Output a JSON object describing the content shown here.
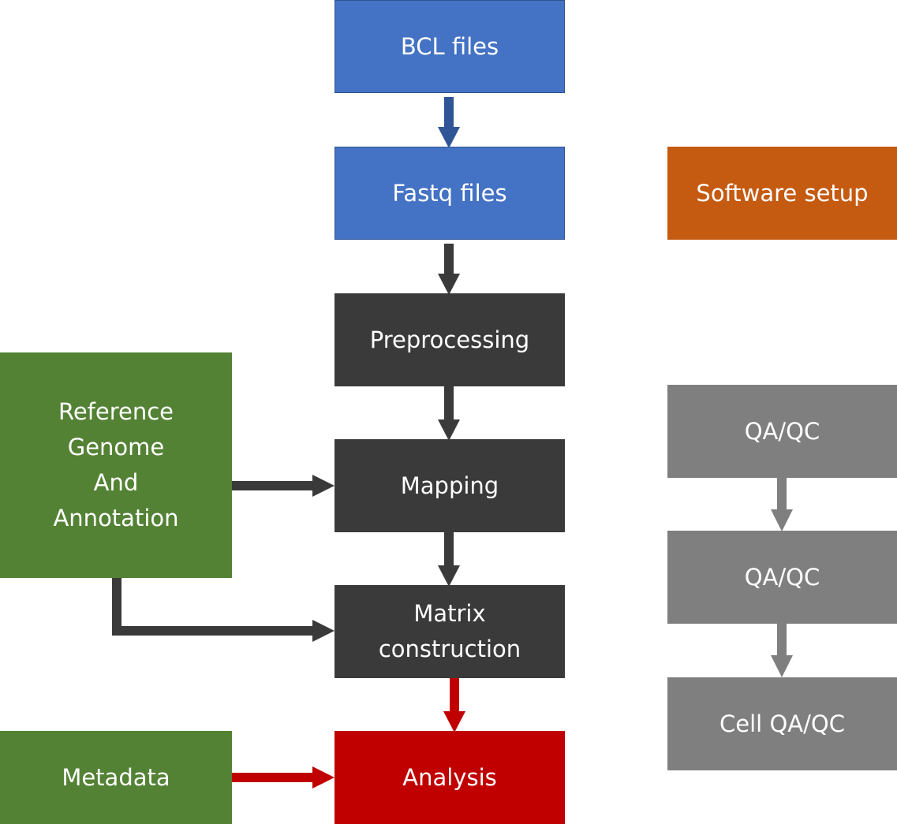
{
  "nodes": {
    "bcl_files": "BCL files",
    "fastq_files": "Fastq files",
    "preprocessing": "Preprocessing",
    "mapping": "Mapping",
    "matrix_construction": "Matrix\nconstruction",
    "analysis": "Analysis",
    "reference_genome": "Reference\nGenome\nAnd\nAnnotation",
    "metadata": "Metadata",
    "software_setup": "Software setup",
    "qa_qc_1": "QA/QC",
    "qa_qc_2": "QA/QC",
    "cell_qa_qc": "Cell QA/QC"
  },
  "colors": {
    "blue": "#4472c4",
    "blue_arrow": "#2f5597",
    "dark": "#3a3a3a",
    "orange": "#c55a11",
    "gray": "#7f7f7f",
    "green": "#548235",
    "red": "#c00000"
  },
  "edges": [
    {
      "from": "bcl_files",
      "to": "fastq_files",
      "color": "blue_arrow"
    },
    {
      "from": "fastq_files",
      "to": "preprocessing",
      "color": "dark"
    },
    {
      "from": "preprocessing",
      "to": "mapping",
      "color": "dark"
    },
    {
      "from": "reference_genome",
      "to": "mapping",
      "color": "dark"
    },
    {
      "from": "mapping",
      "to": "matrix_construction",
      "color": "dark"
    },
    {
      "from": "reference_genome",
      "to": "matrix_construction",
      "color": "dark"
    },
    {
      "from": "matrix_construction",
      "to": "analysis",
      "color": "red"
    },
    {
      "from": "metadata",
      "to": "analysis",
      "color": "red"
    },
    {
      "from": "qa_qc_1",
      "to": "qa_qc_2",
      "color": "gray"
    },
    {
      "from": "qa_qc_2",
      "to": "cell_qa_qc",
      "color": "gray"
    }
  ]
}
